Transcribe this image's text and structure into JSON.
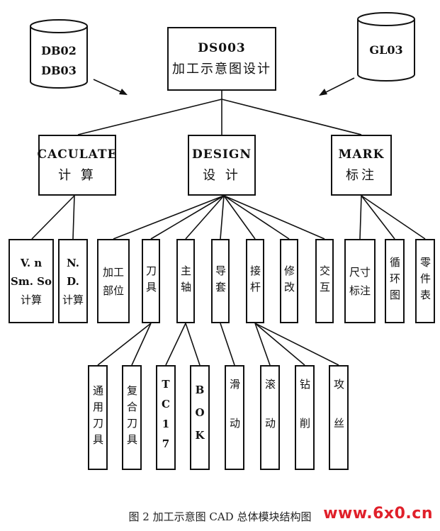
{
  "databases": {
    "left": [
      "DB02",
      "DB03"
    ],
    "right": [
      "GL03"
    ]
  },
  "root": {
    "code": "DS003",
    "name": "加工示意图设计"
  },
  "modules": {
    "calc": {
      "en": "CACULATE",
      "cn": "计 算"
    },
    "design": {
      "en": "DESIGN",
      "cn": "设 计"
    },
    "mark": {
      "en": "MARK",
      "cn": "标注"
    }
  },
  "calc_children": [
    {
      "lines": [
        "V. n",
        "Sm. So",
        "计算"
      ]
    },
    {
      "lines": [
        "N.",
        "D.",
        "计算"
      ]
    }
  ],
  "design_children": [
    {
      "lines": [
        "加工",
        "部位"
      ]
    },
    {
      "text": "刀具"
    },
    {
      "text": "主轴"
    },
    {
      "text": "导套"
    },
    {
      "text": "接杆"
    },
    {
      "text": "修改"
    },
    {
      "text": "交互"
    }
  ],
  "mark_children": [
    {
      "lines": [
        "尺寸",
        "标注"
      ]
    },
    {
      "text": "循环图"
    },
    {
      "text": "零件表"
    }
  ],
  "leaf_children": [
    {
      "text": "通用刀具"
    },
    {
      "text": "复合刀具"
    },
    {
      "text": "TC17"
    },
    {
      "text": "BOK"
    },
    {
      "text": "滑动"
    },
    {
      "text": "滚动"
    },
    {
      "text": "钻削"
    },
    {
      "text": "攻丝"
    }
  ],
  "caption": "图 2  加工示意图  CAD 总体模块结构图",
  "watermark": "www.6x0.cn",
  "colors": {
    "line": "#111111",
    "watermark": "#e0202a"
  }
}
